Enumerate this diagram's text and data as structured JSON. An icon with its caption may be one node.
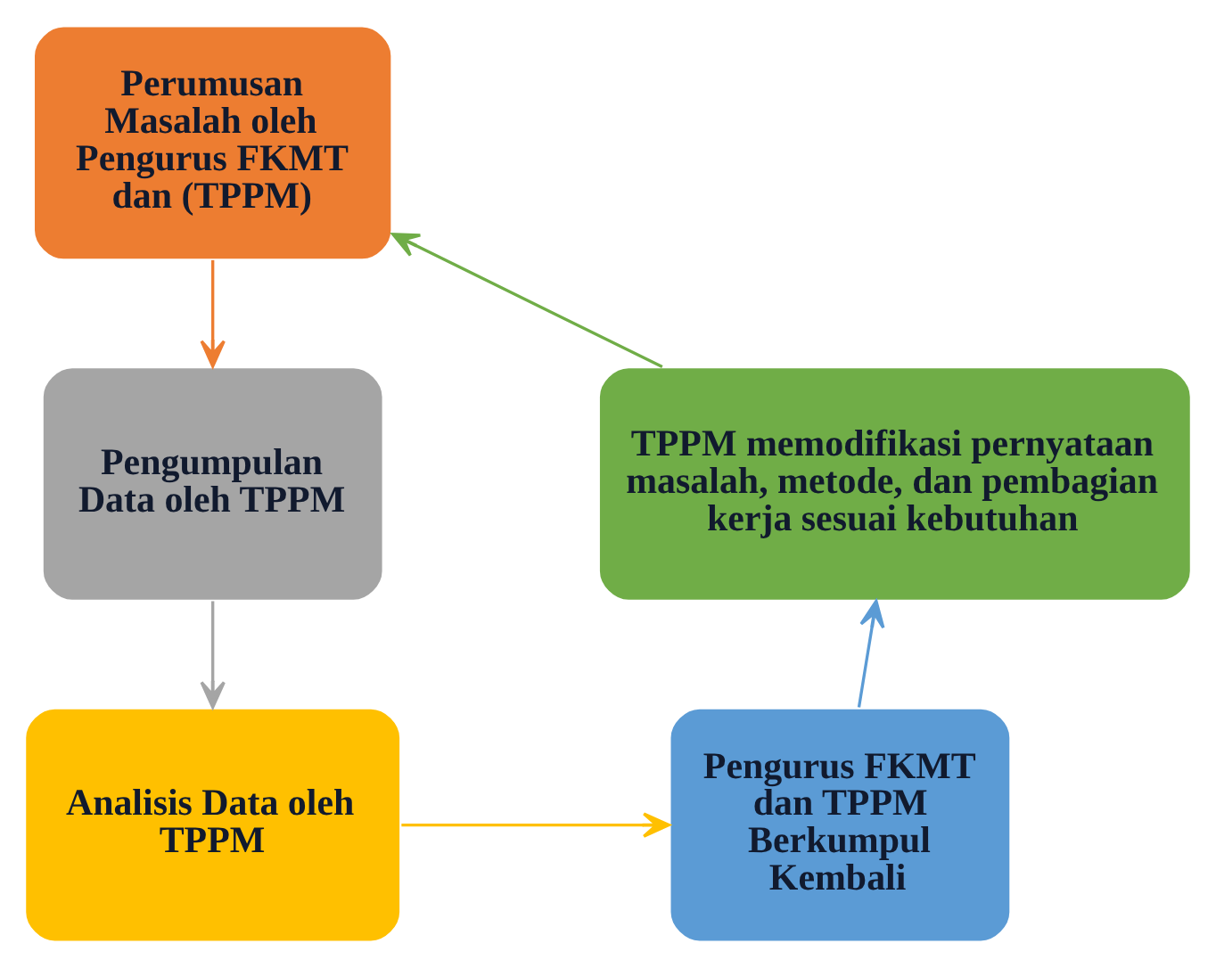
{
  "diagram": {
    "nodes": [
      {
        "text": [
          "Perumusan Masalah oleh Pengurus FKMT dan (TPPM)"
        ]
      },
      {
        "text": [
          "Pengumpulan Data oleh TPPM"
        ]
      },
      {
        "text": [
          "Analisis Data oleh TPPM"
        ]
      },
      {
        "text": [
          "Pengurus FKMT dan TPPM Berkumpul Kembali"
        ]
      },
      {
        "text": [
          "TPPM memodifikasi pernyataan masalah, metode, dan pembagian kerja sesuai kebutuhan"
        ]
      }
    ],
    "edges": [
      {
        "from": 0,
        "to": 1,
        "arrow": "to",
        "color": "#ed7d31"
      },
      {
        "from": 1,
        "to": 2,
        "arrow": "to",
        "color": "#a5a5a5"
      },
      {
        "from": 2,
        "to": 3,
        "arrow": "to",
        "color": "#ffc000"
      },
      {
        "from": 3,
        "to": 4,
        "arrow": "to",
        "color": "#5b9bd5"
      },
      {
        "from": 4,
        "to": 0,
        "arrow": "to",
        "color": "#70ad47"
      }
    ]
  }
}
